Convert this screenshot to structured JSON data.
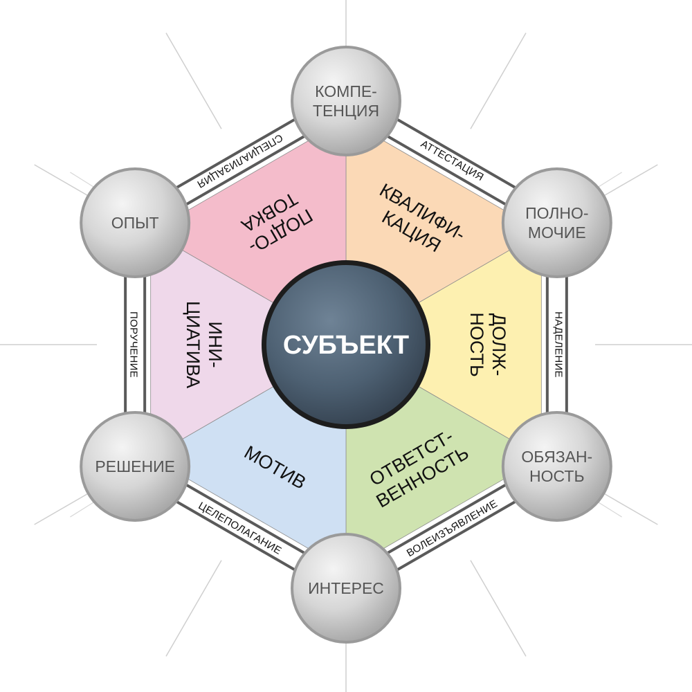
{
  "center": {
    "label": "СУБЪЕКТ"
  },
  "nodes": [
    {
      "lines": [
        "КОМПЕ-",
        "ТЕНЦИЯ"
      ]
    },
    {
      "lines": [
        "ПОЛНО-",
        "МОЧИЕ"
      ]
    },
    {
      "lines": [
        "ОБЯЗАН-",
        "НОСТЬ"
      ]
    },
    {
      "lines": [
        "ИНТЕРЕС"
      ]
    },
    {
      "lines": [
        "РЕШЕНИЕ"
      ]
    },
    {
      "lines": [
        "ОПЫТ"
      ]
    }
  ],
  "sectors": [
    {
      "lines": [
        "КВАЛИФИ-",
        "КАЦИЯ"
      ],
      "color": "#fbd9b6"
    },
    {
      "lines": [
        "ДОЛЖ-",
        "НОСТЬ"
      ],
      "color": "#fdf0b0"
    },
    {
      "lines": [
        "ОТВЕТСТ-",
        "ВЕННОСТЬ"
      ],
      "color": "#cfe3b0"
    },
    {
      "lines": [
        "МОТИВ"
      ],
      "color": "#cfe0f3"
    },
    {
      "lines": [
        "ИНИ-",
        "ЦИАТИВА"
      ],
      "color": "#efd8ea"
    },
    {
      "lines": [
        "ПОДГО-",
        "ТОВКА"
      ],
      "color": "#f4bccb"
    }
  ],
  "edges": [
    {
      "label": "АТТЕСТАЦИЯ"
    },
    {
      "label": "НАДЕЛЕНИЕ"
    },
    {
      "label": "ВОЛЕИЗЪЯВЛЕНИЕ"
    },
    {
      "label": "ЦЕЛЕПОЛАГАНИЕ"
    },
    {
      "label": "ПОРУЧЕНИЕ"
    },
    {
      "label": "СПЕЦИАЛИЗАЦИЯ"
    }
  ]
}
